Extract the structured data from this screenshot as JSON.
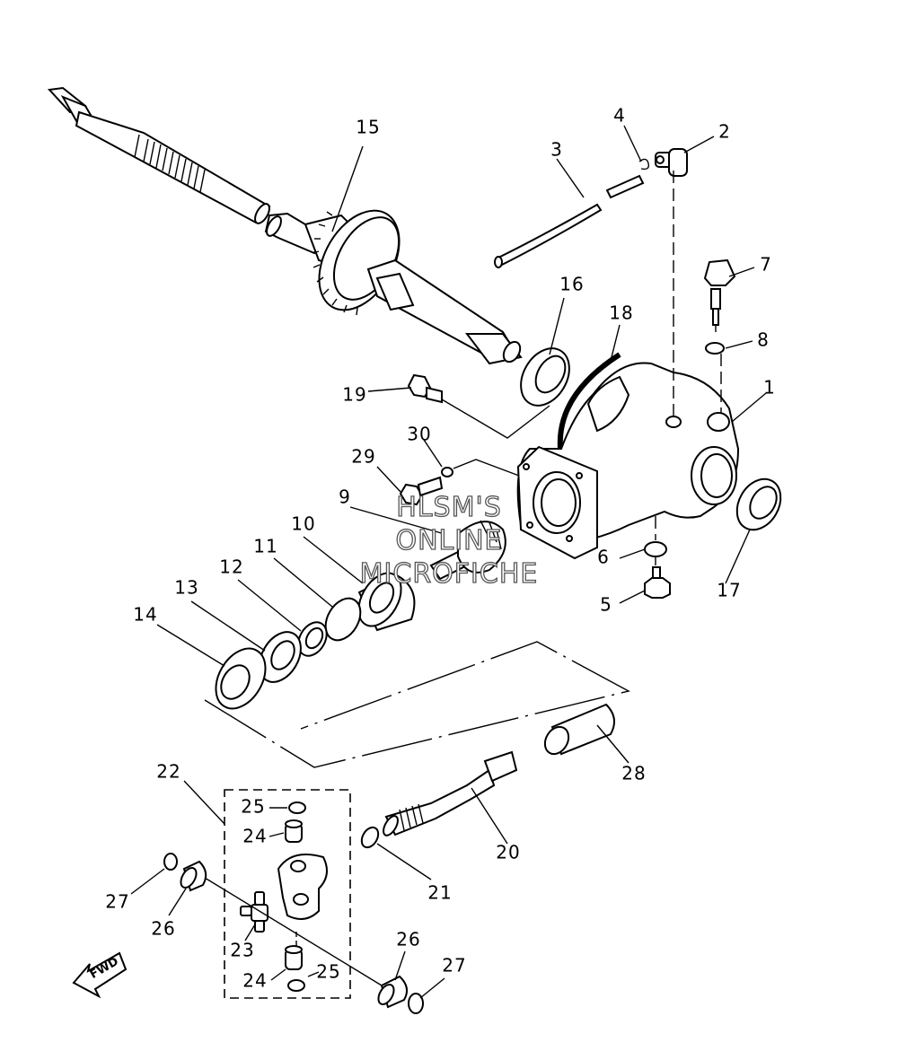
{
  "watermark": [
    "HLSM'S",
    "ONLINE",
    "MICROFICHE"
  ],
  "fwd_label": "FWD",
  "callouts": {
    "p1": "1",
    "p2": "2",
    "p3": "3",
    "p4": "4",
    "p5": "5",
    "p6": "6",
    "p7": "7",
    "p8": "8",
    "p9": "9",
    "p10": "10",
    "p11": "11",
    "p12": "12",
    "p13": "13",
    "p14": "14",
    "p15": "15",
    "p16": "16",
    "p17": "17",
    "p18": "18",
    "p19": "19",
    "p20": "20",
    "p21": "21",
    "p22": "22",
    "p23": "23",
    "p24a": "24",
    "p24b": "24",
    "p25a": "25",
    "p25b": "25",
    "p26a": "26",
    "p26b": "26",
    "p27a": "27",
    "p27b": "27",
    "p28": "28",
    "p29": "29",
    "p30": "30"
  }
}
